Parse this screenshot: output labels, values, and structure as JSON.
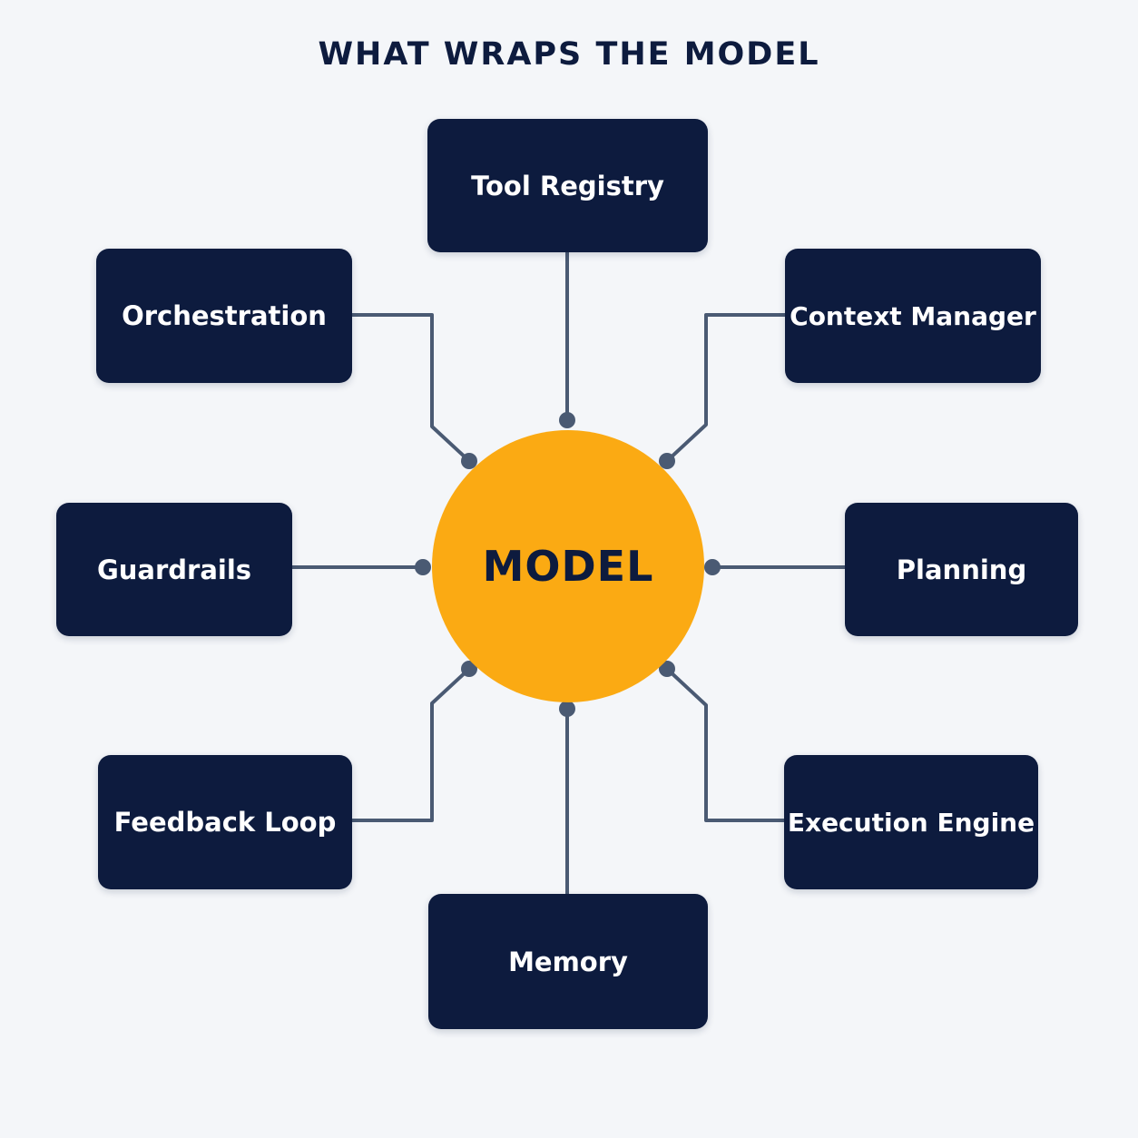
{
  "title": "WHAT WRAPS THE MODEL",
  "center": {
    "label": "MODEL",
    "color": "#fbaa13"
  },
  "nodes": [
    {
      "label": "Tool Registry"
    },
    {
      "label": "Orchestration"
    },
    {
      "label": "Context Manager"
    },
    {
      "label": "Guardrails"
    },
    {
      "label": "Planning"
    },
    {
      "label": "Feedback Loop"
    },
    {
      "label": "Execution Engine"
    },
    {
      "label": "Memory"
    }
  ],
  "colors": {
    "background": "#f4f6f9",
    "node_fill": "#0d1b3e",
    "node_text": "#ffffff",
    "connector": "#4a5a73",
    "title": "#0d1b3e"
  }
}
